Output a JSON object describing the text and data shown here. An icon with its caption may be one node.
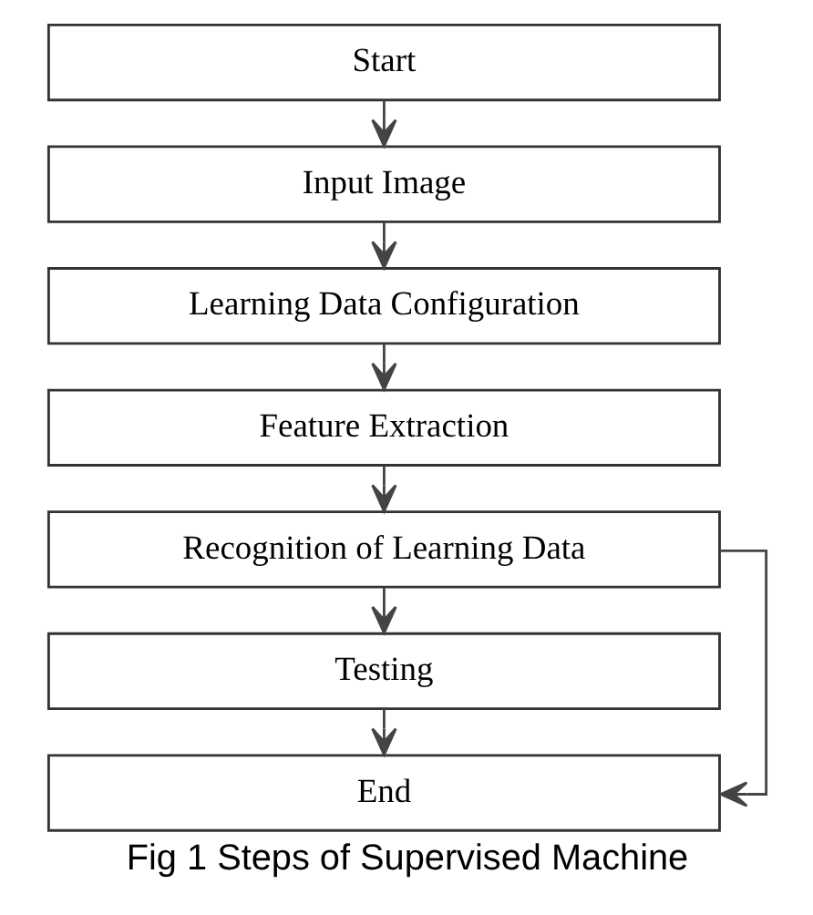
{
  "diagram": {
    "caption": "Fig 1 Steps of Supervised Machine",
    "nodes": [
      {
        "text": [
          "Start"
        ]
      },
      {
        "text": [
          "Input Image"
        ]
      },
      {
        "text": [
          "Learning Data Configuration"
        ]
      },
      {
        "text": [
          "Feature Extraction"
        ]
      },
      {
        "text": [
          "Recognition of Learning Data"
        ]
      },
      {
        "text": [
          "Testing"
        ]
      },
      {
        "text": [
          "End"
        ]
      }
    ],
    "edges": [
      {
        "from": 0,
        "to": 1,
        "arrow": "to"
      },
      {
        "from": 1,
        "to": 2,
        "arrow": "to"
      },
      {
        "from": 2,
        "to": 3,
        "arrow": "to"
      },
      {
        "from": 3,
        "to": 4,
        "arrow": "to"
      },
      {
        "from": 4,
        "to": 5,
        "arrow": "to"
      },
      {
        "from": 5,
        "to": 6,
        "arrow": "to"
      },
      {
        "from": 4,
        "to": 6,
        "arrow": "to"
      }
    ]
  }
}
